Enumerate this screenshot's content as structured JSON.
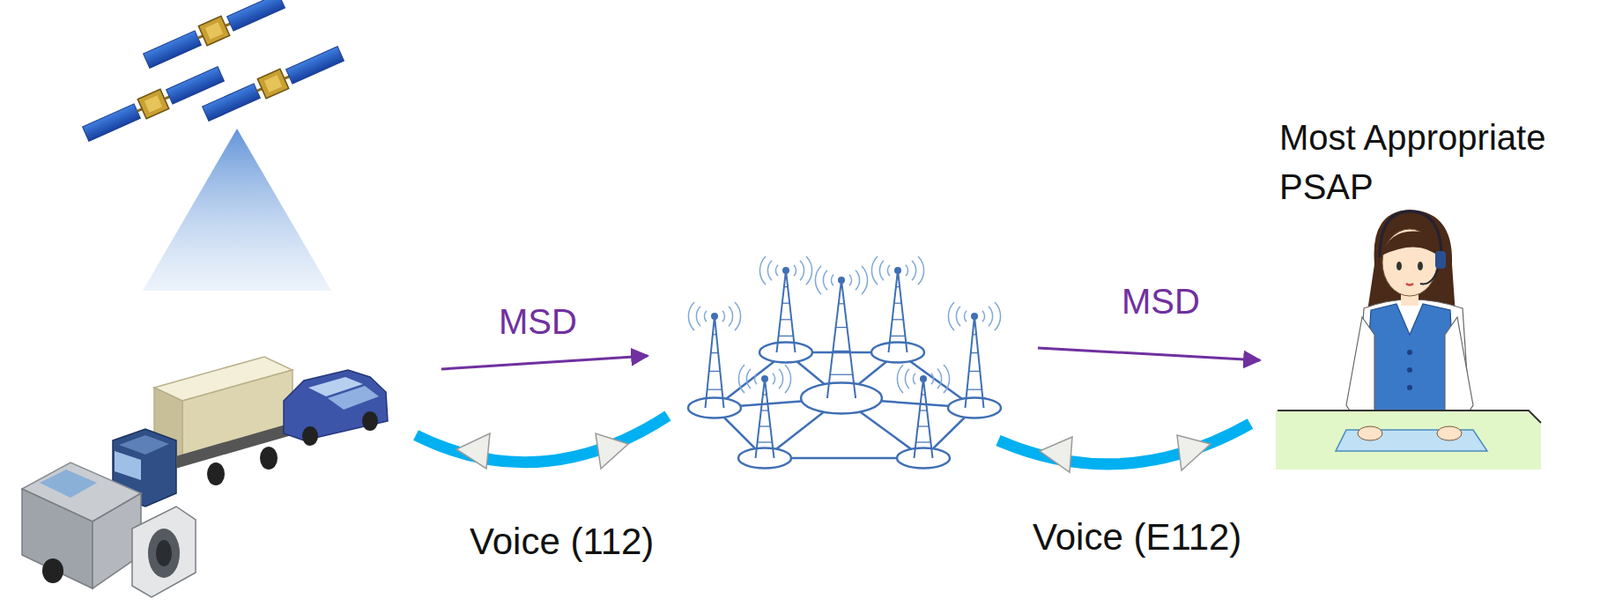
{
  "diagram": {
    "nodes": [
      {
        "text": [
          "Most Appropriate PSAP"
        ]
      }
    ],
    "labels": [
      "MSD",
      "Voice (112)",
      "MSD",
      "Voice (E112)"
    ]
  }
}
